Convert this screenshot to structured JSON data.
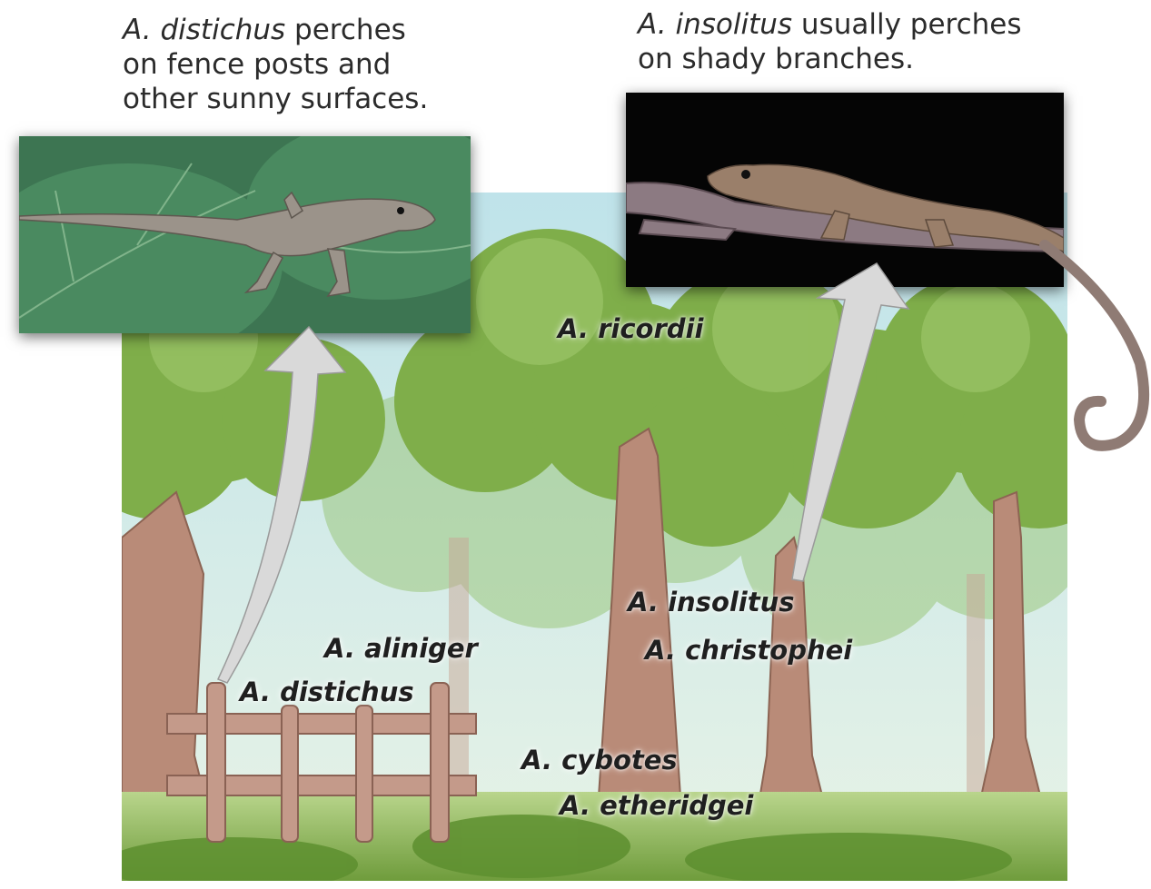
{
  "captions": {
    "left": {
      "species": "A. distichus",
      "line1_rest": " perches",
      "line2": "on fence posts and",
      "line3": "other sunny surfaces."
    },
    "right": {
      "species": "A. insolitus",
      "line1_rest": " usually perches",
      "line2": "on shady branches."
    }
  },
  "labels": {
    "ricordii": "A. ricordii",
    "insolitus": "A. insolitus",
    "christophei": "A. christophei",
    "aliniger": "A. aliniger",
    "distichus": "A. distichus",
    "cybotes": "A. cybotes",
    "etheridgei": "A. etheridgei"
  },
  "colors": {
    "sky": "#cfe9ee",
    "foliage": "#7fae4a",
    "trunk": "#b98b78",
    "arrow": "#d9d9d9",
    "photo_left_bg": "#3f7a55",
    "photo_right_bg": "#050505"
  }
}
